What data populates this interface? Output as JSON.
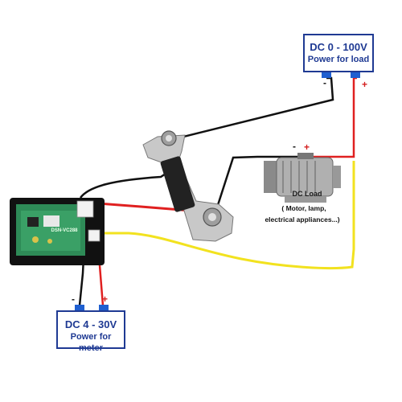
{
  "load_supply": {
    "title": "DC 0 - 100V",
    "subtitle": "Power for load",
    "neg": "-",
    "pos": "+"
  },
  "meter_supply": {
    "title": "DC 4 - 30V",
    "subtitle": "Power for meter",
    "neg": "-",
    "pos": "+"
  },
  "dc_load": {
    "title": "DC Load",
    "description_line1": "( Motor, lamp,",
    "description_line2": "electrical appliances...)",
    "neg": "-",
    "pos": "+"
  },
  "meter": {
    "model": "DSN-VC288"
  },
  "colors": {
    "box_border": "#1f3a93",
    "wire_red": "#e02020",
    "wire_black": "#111111",
    "wire_yellow": "#f2e21f",
    "terminal_blue": "#1f5fd0"
  }
}
